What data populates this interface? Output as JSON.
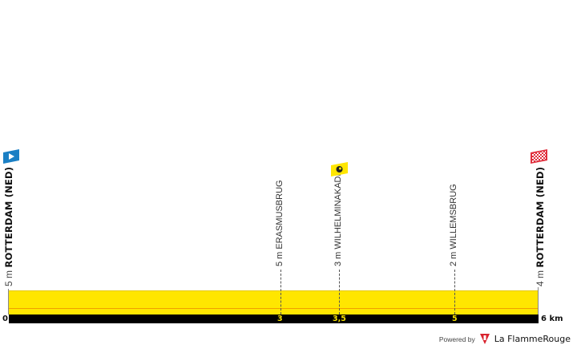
{
  "chart_data": {
    "type": "area",
    "title": "",
    "xlabel": "km",
    "ylabel": "m",
    "xlim": [
      0,
      6
    ],
    "x_ticks": [
      "0",
      "3",
      "3,5",
      "5",
      "6 km"
    ],
    "profile": {
      "x": [
        0,
        3,
        3.5,
        5,
        6
      ],
      "altitude_m": [
        5,
        5,
        3,
        2,
        4
      ]
    },
    "start": {
      "name": "ROTTERDAM (NED)",
      "altitude": "5 m",
      "km": 0
    },
    "finish": {
      "name": "ROTTERDAM (NED)",
      "altitude": "4 m",
      "km": 6
    },
    "waypoints": [
      {
        "name": "ERASMUSBRUG",
        "altitude": "5 m",
        "km": 3,
        "km_label": "3"
      },
      {
        "name": "WILHELMINAKADE",
        "altitude": "3 m",
        "km": 3.5,
        "km_label": "3,5",
        "marker": "intermediate-time"
      },
      {
        "name": "WILLEMSBRUG",
        "altitude": "2 m",
        "km": 5,
        "km_label": "5"
      }
    ],
    "colors": {
      "fill": "#ffe600",
      "line": "#f0a800",
      "axis": "#000000",
      "start_flag": "#1a7fc4",
      "finish_flag": "#e0303e",
      "time_marker": "#ffe600"
    }
  },
  "axis": {
    "zero_label": "0",
    "end_label": "6 km"
  },
  "footer": {
    "powered_by": "Powered by",
    "brand": "La FlammeRouge"
  }
}
